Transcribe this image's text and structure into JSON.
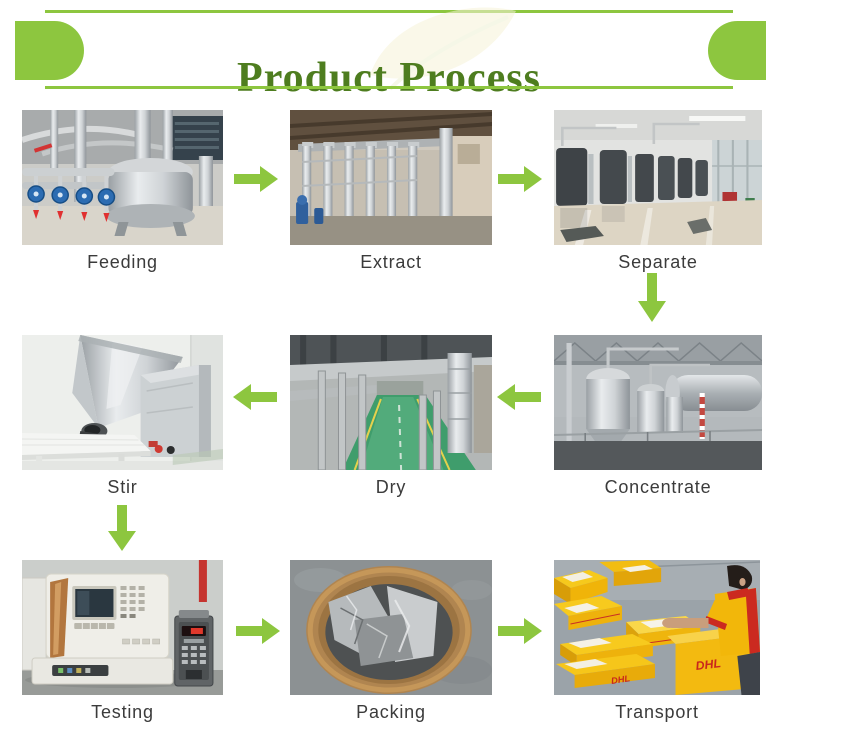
{
  "header": {
    "title": "Product Process"
  },
  "steps": [
    {
      "id": "feeding",
      "label": "Feeding"
    },
    {
      "id": "extract",
      "label": "Extract"
    },
    {
      "id": "separate",
      "label": "Separate"
    },
    {
      "id": "stir",
      "label": "Stir"
    },
    {
      "id": "dry",
      "label": "Dry"
    },
    {
      "id": "concentrate",
      "label": "Concentrate"
    },
    {
      "id": "testing",
      "label": "Testing"
    },
    {
      "id": "packing",
      "label": "Packing"
    },
    {
      "id": "transport",
      "label": "Transport"
    }
  ],
  "flow_arrows": [
    {
      "from": "Feeding",
      "to": "Extract",
      "direction": "right"
    },
    {
      "from": "Extract",
      "to": "Separate",
      "direction": "right"
    },
    {
      "from": "Separate",
      "to": "Concentrate",
      "direction": "down"
    },
    {
      "from": "Concentrate",
      "to": "Dry",
      "direction": "left"
    },
    {
      "from": "Dry",
      "to": "Stir",
      "direction": "left"
    },
    {
      "from": "Stir",
      "to": "Testing",
      "direction": "down"
    },
    {
      "from": "Testing",
      "to": "Packing",
      "direction": "right"
    },
    {
      "from": "Packing",
      "to": "Transport",
      "direction": "right"
    }
  ],
  "photos": {
    "transport": {
      "brand": "DHL"
    }
  },
  "theme": {
    "accent_green": "#8dc63f",
    "title_green": "#4e7d1f",
    "label_gray": "#3b3b3b"
  }
}
